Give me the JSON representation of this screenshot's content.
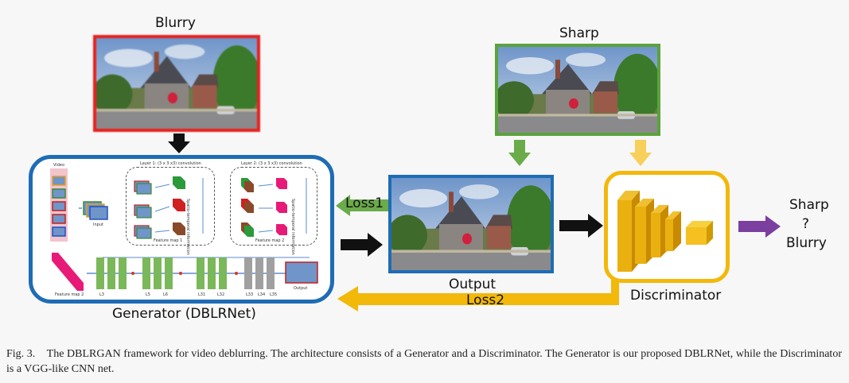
{
  "labels": {
    "blurry_title": "Blurry",
    "sharp_title": "Sharp",
    "output": "Output",
    "generator": "Generator (DBLRNet)",
    "discriminator": "Discriminator",
    "loss1": "Loss1",
    "loss2": "Loss2",
    "result_sharp": "Sharp",
    "result_q": "?",
    "result_blurry": "Blurry"
  },
  "generator_internals": {
    "video": "Video",
    "input": "Input",
    "layer1": "Layer 1: (3 x 3 x3) convolution",
    "layer2": "Layer 2: (3 x 3 x3) convolution",
    "fmap1": "Feature map 1",
    "fmap2": "Feature map 2",
    "fmap2b": "Feature map 2",
    "spatio1": "Spatio-temporal information",
    "spatio2": "Spatio-temporal information",
    "l3": "L3",
    "l5": "L5",
    "l6": "L6",
    "l31": "L31",
    "l32": "L32",
    "l33": "L33",
    "l34": "L34",
    "l35": "L35",
    "output": "Output"
  },
  "caption": {
    "figure": "Fig. 3.",
    "text": "The DBLRGAN framework for video deblurring. The architecture consists of a Generator and a Discriminator. The Generator is our proposed DBLRNet, while the Discriminator is a VGG-like CNN net."
  },
  "colors": {
    "blurry_border": "#e8201e",
    "sharp_border": "#5aa33d",
    "generator_border": "#1e6cb5",
    "output_border": "#1e6cb5",
    "discriminator_border": "#f2b80a",
    "loss1_arrow": "#6aab4a",
    "loss2_arrow": "#f2b80a",
    "result_arrow": "#7b3fa0"
  }
}
